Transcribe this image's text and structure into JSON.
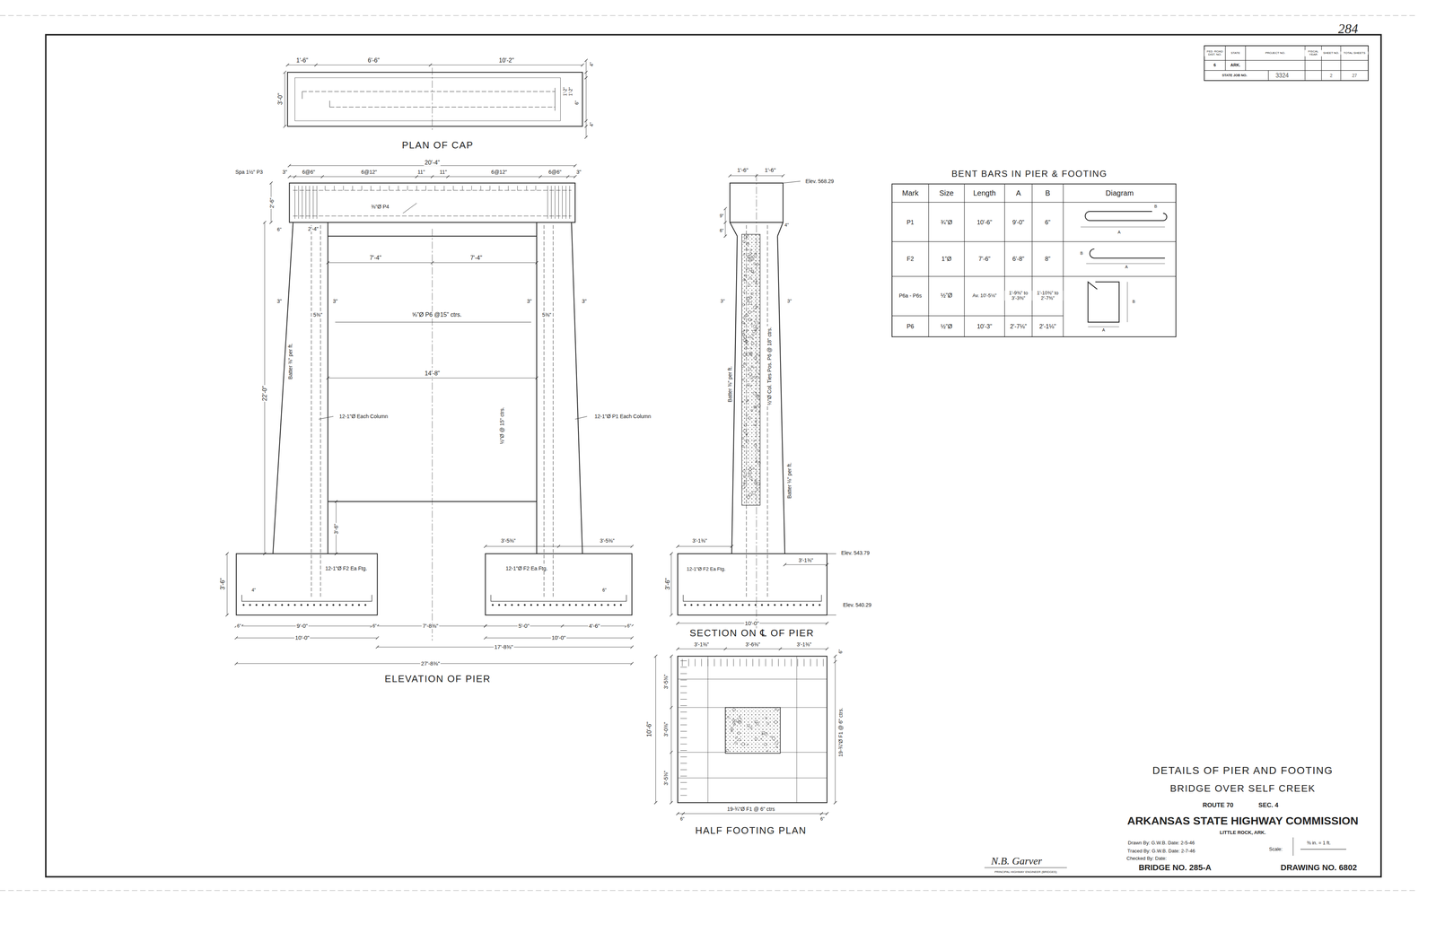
{
  "diagram": {
    "title": "DETAILS OF PIER AND FOOTING",
    "labels": [
      "284",
      "FED. ROAD DIST. NO.",
      "STATE",
      "PROJECT NO.",
      "FISCAL YEAR",
      "SHEET NO.",
      "TOTAL SHEETS",
      "6",
      "ARK.",
      "STATE JOB NO.",
      "3324",
      "2",
      "27",
      "1'-6\"",
      "6'-6\"",
      "10'-2\"",
      "4\"",
      "3'-0\"",
      "1'-2\"",
      "1'-2\"",
      "6\"",
      "4\"",
      "PLAN OF CAP",
      "Spa 1½\" P3",
      "20'-4\"",
      "3\"",
      "6@6\"",
      "6@12\"",
      "11\"",
      "11\"",
      "6@12\"",
      "6@6\"",
      "3\"",
      "⅜\"Ø P4",
      "2'-6\"",
      "6\"",
      "2'-4\"",
      "7'-4\"",
      "7'-4\"",
      "3\"",
      "3\"",
      "5⅜\"",
      "⅝\"Ø P6 @15\" ctrs.",
      "3\"",
      "3\"",
      "5⅜\"",
      "14'-8\"",
      "22'-0\"",
      "Batter ⅜\" per ft.",
      "12-1\"Ø Each Column",
      "12-1\"Ø P1 Each Column",
      "½\"Ø @ 15\" ctrs.",
      "3'-6\"",
      "3'-6\"",
      "12-1\"Ø F2 Ea Ftg.",
      "4\"",
      "6\"",
      "9'-0\"",
      "6\"",
      "10'-0\"",
      "7'-8⅜\"",
      "3'-5⅜\"",
      "3'-5⅜\"",
      "12-1\"Ø F2 Ea Ftg.",
      "6\"",
      "5'-0\"",
      "4'-6\"",
      "6\"",
      "10'-0\"",
      "17'-8⅜\"",
      "27'-8⅜\"",
      "ELEVATION OF PIER",
      "1'-6\"",
      "1'-6\"",
      "Elev. 568.29",
      "9\"",
      "6\"",
      "4\"",
      "3\"",
      "3\"",
      "Batter ⅜\" per ft.",
      "½\"Ø Col. Ties Pos. P6 @ 18\" ctrs.",
      "Batter ⅛\" per ft.",
      "3'-1⅜\"",
      "3'-1⅜\"",
      "Elev. 543.79",
      "12-1\"Ø F2 Ea Ftg.",
      "3'-6\"",
      "Elev. 540.29",
      "10'-0\"",
      "SECTION ON ℄ OF PIER",
      "3'-1⅜\"",
      "3'-6⅜\"",
      "3'-1⅜\"",
      "6\"",
      "3'-5⅜\"",
      "3'-0⅜\"",
      "3'-5⅜\"",
      "10'-6\"",
      "19-¾\"Ø F1 @ 6\" ctrs.",
      "19-¾\"Ø F1 @ 6\" ctrs",
      "6\"",
      "6\"",
      "HALF FOOTING PLAN",
      "BENT BARS IN PIER & FOOTING",
      "Mark",
      "Size",
      "Length",
      "A",
      "B",
      "Diagram",
      "P1",
      "¾\"Ø",
      "10'-6\"",
      "9'-0\"",
      "6\"",
      "B",
      "A",
      "F2",
      "1\"Ø",
      "7'-6\"",
      "6'-8\"",
      "8\"",
      "B",
      "A",
      "P6a - P6s",
      "½\"Ø",
      "Av. 10'-5⅛\"",
      "1'-9⅜\" to 3'-3⅜\"",
      "1'-10⅜\" to 2'-7⅜\"",
      "P6",
      "½\"Ø",
      "10'-3\"",
      "2'-7⅛\"",
      "2'-1⅛\"",
      "A",
      "B",
      "BRIDGE OVER SELF CREEK",
      "ROUTE 70",
      "SEC. 4",
      "ARKANSAS STATE HIGHWAY COMMISSION",
      "LITTLE ROCK, ARK.",
      "Drawn By: G.W.B. Date: 2-5-46",
      "Traced By: G.W.B. Date: 2-7-46",
      "Checked By: Date:",
      "Scale:",
      "⅜ in. = 1 ft.",
      "BRIDGE NO. 285-A",
      "DRAWING NO. 6802",
      "N.B. Garver",
      "PRINCIPAL HIGHWAY ENGINEER (BRIDGES)"
    ]
  }
}
